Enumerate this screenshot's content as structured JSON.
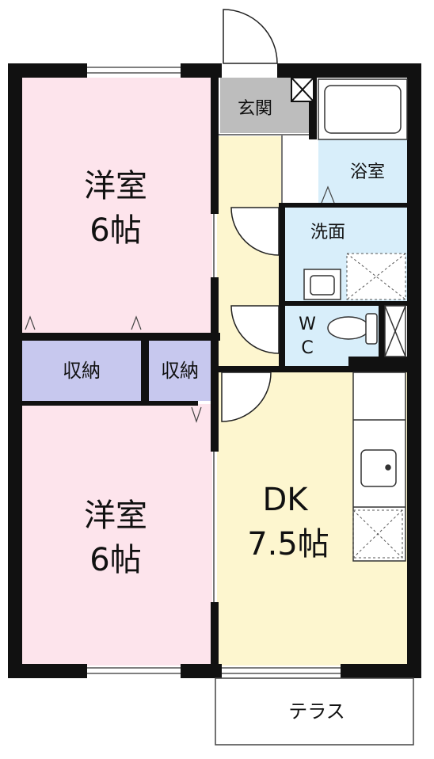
{
  "rooms": {
    "western_top": {
      "name": "洋室",
      "size": "6帖"
    },
    "western_bottom": {
      "name": "洋室",
      "size": "6帖"
    },
    "dk": {
      "name": "DK",
      "size": "7.5帖"
    },
    "entrance": {
      "name": "玄関"
    },
    "bath": {
      "name": "浴室"
    },
    "washroom": {
      "name": "洗面"
    },
    "wc": {
      "line1": "W",
      "line2": "C"
    },
    "storage_left": {
      "name": "収納"
    },
    "storage_right": {
      "name": "収納"
    },
    "terrace": {
      "name": "テラス"
    }
  },
  "colors": {
    "western_room": "#fde4ec",
    "dk": "#fdf6cf",
    "storage": "#c7c8ee",
    "water_area": "#d8eefa",
    "entrance": "#bdbdbd",
    "wall": "#111111",
    "terrace": "#ffffff"
  },
  "icons": [
    "door-swing-icon",
    "bathtub-icon",
    "toilet-icon",
    "sink-icon",
    "kitchen-sink-icon",
    "stove-icon",
    "shower-pan-icon"
  ]
}
